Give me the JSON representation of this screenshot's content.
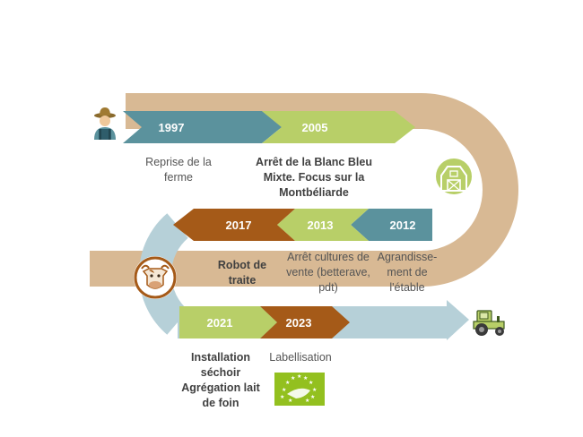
{
  "colors": {
    "teal": "#5b929d",
    "green": "#b8cf68",
    "tan": "#d8b994",
    "light_blue": "#b6d0d8",
    "brown": "#a55a18"
  },
  "icons": {
    "start": "farmer-icon",
    "barn": "barn-icon",
    "cow": "cow-icon",
    "end": "tractor-icon",
    "organic_logo": "eu-organic-logo"
  },
  "timeline": [
    {
      "year": "1997",
      "label": "Reprise de la ferme",
      "row": 1,
      "color": "teal"
    },
    {
      "year": "2005",
      "label": "Arrêt de la Blanc Bleu Mixte. Focus sur la Montbéliarde",
      "row": 1,
      "color": "green"
    },
    {
      "year": "2012",
      "label": "Agrandisse-ment de l'étable",
      "row": 2,
      "color": "teal"
    },
    {
      "year": "2013",
      "label": "Arrêt cultures de vente (betterave, pdt)",
      "row": 2,
      "color": "green"
    },
    {
      "year": "2017",
      "label": "Robot de traite",
      "row": 2,
      "color": "brown"
    },
    {
      "year": "2021",
      "label": "Installation séchoir Agrégation lait de foin",
      "row": 3,
      "color": "green"
    },
    {
      "year": "2023",
      "label": "Labellisation",
      "row": 3,
      "color": "brown"
    }
  ]
}
